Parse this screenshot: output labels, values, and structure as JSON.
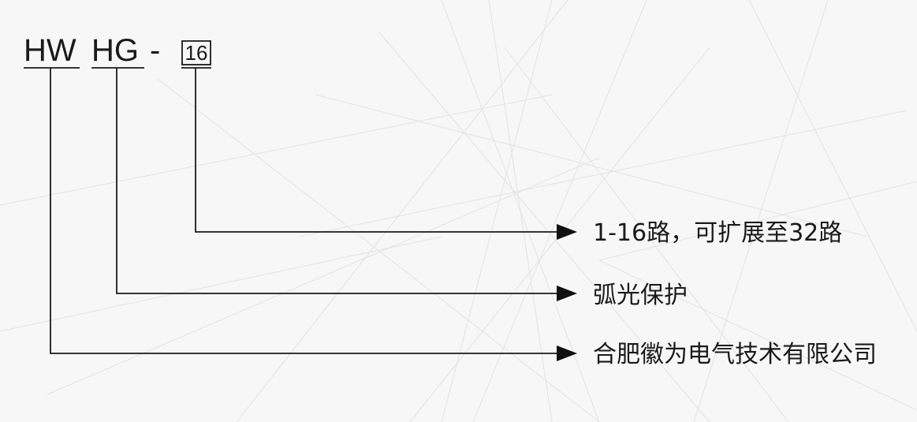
{
  "model_code": {
    "part1": "HW",
    "part2": "HG",
    "separator": "-",
    "part3": "16"
  },
  "descriptions": [
    "1-16路，可扩展至32路",
    "弧光保护",
    "合肥徽为电气技术有限公司"
  ],
  "colors": {
    "ink": "#1a1a1a",
    "background": "#f7f7f7"
  }
}
